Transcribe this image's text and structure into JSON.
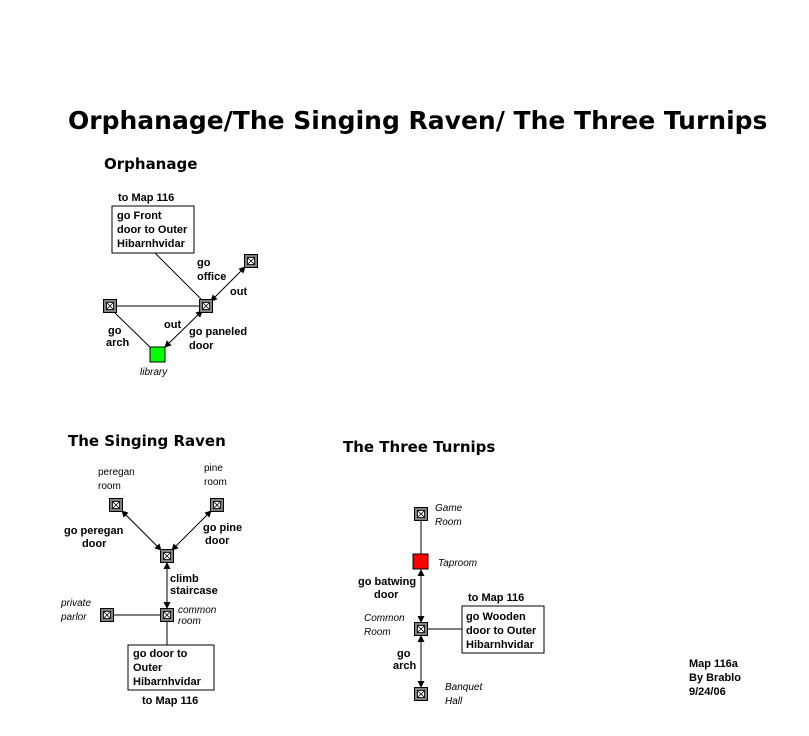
{
  "title": "Orphanage/The Singing Raven/ The Three Turnips",
  "colors": {
    "room": "#808080",
    "library": "#00ff00",
    "taproom": "#ff0000",
    "text": "#000000"
  },
  "orphanage": {
    "heading": "Orphanage",
    "to_map": "to Map 116",
    "exit_box": [
      "go Front",
      "door to Outer",
      "Hibarnhvidar"
    ],
    "go_office": [
      "go",
      "office"
    ],
    "out_top": "out",
    "out_mid": "out",
    "go_arch": [
      "go",
      "arch"
    ],
    "go_paneled": [
      "go paneled",
      "door"
    ],
    "library": "library"
  },
  "singing_raven": {
    "heading": "The Singing Raven",
    "peregan_room": [
      "peregan",
      "room"
    ],
    "pine_room": [
      "pine",
      "room"
    ],
    "go_peregan": [
      "go peregan",
      "door"
    ],
    "go_pine": [
      "go pine",
      "door"
    ],
    "climb": [
      "climb",
      "staircase"
    ],
    "private_parlor": [
      "private",
      "parlor"
    ],
    "common_room": [
      "common",
      "room"
    ],
    "exit_box": [
      "go door to",
      "Outer",
      "Hibarnhvidar"
    ],
    "to_map": "to Map 116"
  },
  "three_turnips": {
    "heading": "The Three Turnips",
    "game_room": [
      "Game",
      "Room"
    ],
    "taproom": "Taproom",
    "go_batwing": [
      "go batwing",
      "door"
    ],
    "to_map": "to Map 116",
    "common_room": [
      "Common",
      "Room"
    ],
    "exit_box": [
      "go Wooden",
      "door to Outer",
      "Hibarnhvidar"
    ],
    "go_arch": [
      "go",
      "arch"
    ],
    "banquet_hall": [
      "Banquet",
      "Hall"
    ]
  },
  "credits": [
    "Map 116a",
    "By Brablo",
    "9/24/06"
  ]
}
